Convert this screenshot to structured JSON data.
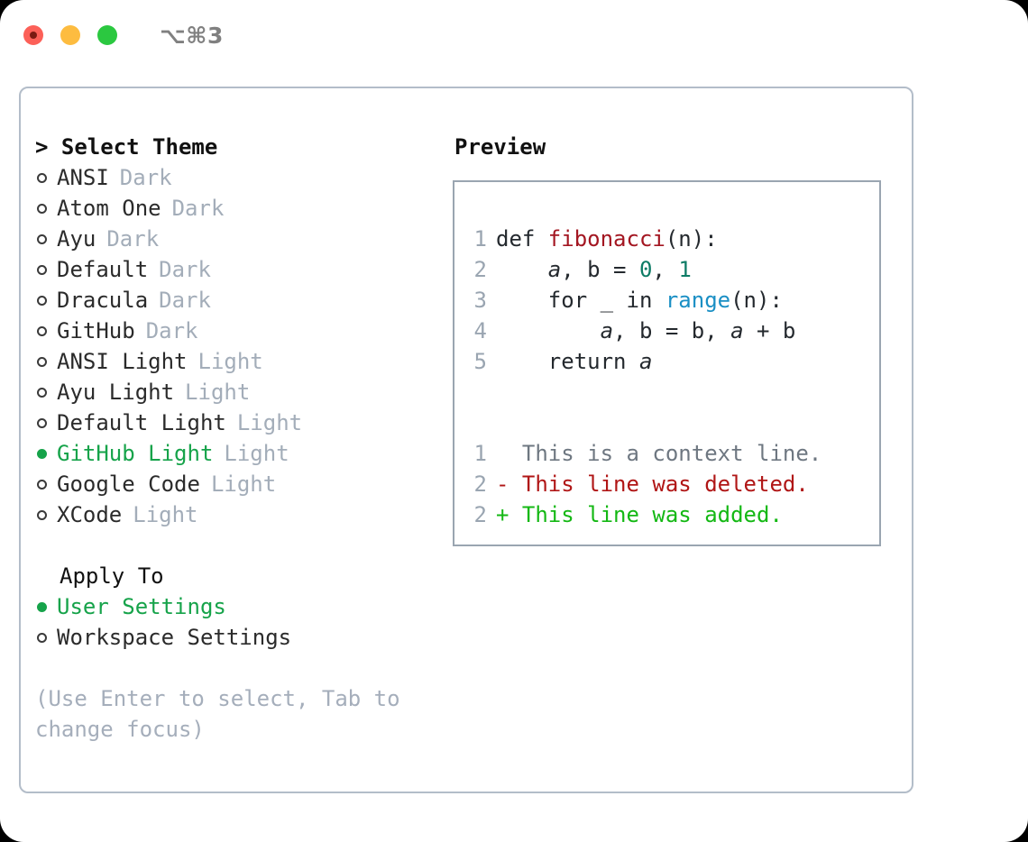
{
  "window": {
    "shortcut": "⌥⌘3",
    "traffic_lights": [
      "close-red",
      "minimize-yellow",
      "zoom-green"
    ],
    "accent_green": "#16a34a",
    "border_color": "#b3bdc9"
  },
  "theme_selector": {
    "title": "Select Theme",
    "caret": ">",
    "options": [
      {
        "label": "ANSI",
        "tag": "Dark",
        "selected": false
      },
      {
        "label": "Atom One",
        "tag": "Dark",
        "selected": false
      },
      {
        "label": "Ayu",
        "tag": "Dark",
        "selected": false
      },
      {
        "label": "Default",
        "tag": "Dark",
        "selected": false
      },
      {
        "label": "Dracula",
        "tag": "Dark",
        "selected": false
      },
      {
        "label": "GitHub",
        "tag": "Dark",
        "selected": false
      },
      {
        "label": "ANSI Light",
        "tag": "Light",
        "selected": false
      },
      {
        "label": "Ayu Light",
        "tag": "Light",
        "selected": false
      },
      {
        "label": "Default Light",
        "tag": "Light",
        "selected": false
      },
      {
        "label": "GitHub Light",
        "tag": "Light",
        "selected": true
      },
      {
        "label": "Google Code",
        "tag": "Light",
        "selected": false
      },
      {
        "label": "XCode",
        "tag": "Light",
        "selected": false
      }
    ]
  },
  "apply_to": {
    "title": "Apply To",
    "options": [
      {
        "label": "User Settings",
        "selected": true
      },
      {
        "label": "Workspace Settings",
        "selected": false
      }
    ]
  },
  "hint": "(Use Enter to select, Tab to change focus)",
  "preview": {
    "title": "Preview",
    "code_lines": [
      {
        "number": "1",
        "tokens": [
          {
            "text": "def ",
            "kind": "plain"
          },
          {
            "text": "fibonacci",
            "kind": "fn"
          },
          {
            "text": "(n):",
            "kind": "plain"
          }
        ]
      },
      {
        "number": "2",
        "tokens": [
          {
            "text": "    ",
            "kind": "plain"
          },
          {
            "text": "a",
            "kind": "var"
          },
          {
            "text": ", b = ",
            "kind": "plain"
          },
          {
            "text": "0",
            "kind": "num"
          },
          {
            "text": ", ",
            "kind": "plain"
          },
          {
            "text": "1",
            "kind": "num"
          }
        ]
      },
      {
        "number": "3",
        "tokens": [
          {
            "text": "    for _ in ",
            "kind": "plain"
          },
          {
            "text": "range",
            "kind": "kw"
          },
          {
            "text": "(n):",
            "kind": "plain"
          }
        ]
      },
      {
        "number": "4",
        "tokens": [
          {
            "text": "        ",
            "kind": "plain"
          },
          {
            "text": "a",
            "kind": "var"
          },
          {
            "text": ", b = b, ",
            "kind": "plain"
          },
          {
            "text": "a",
            "kind": "var"
          },
          {
            "text": " + b",
            "kind": "plain"
          }
        ]
      },
      {
        "number": "5",
        "tokens": [
          {
            "text": "    return ",
            "kind": "plain"
          },
          {
            "text": "a",
            "kind": "var"
          }
        ]
      }
    ],
    "diff_lines": [
      {
        "number": "1",
        "marker": "  ",
        "text": "This is a context line.",
        "kind": "ctx"
      },
      {
        "number": "2",
        "marker": "- ",
        "text": "This line was deleted.",
        "kind": "del"
      },
      {
        "number": "2",
        "marker": "+ ",
        "text": "This line was added.",
        "kind": "add"
      }
    ]
  }
}
